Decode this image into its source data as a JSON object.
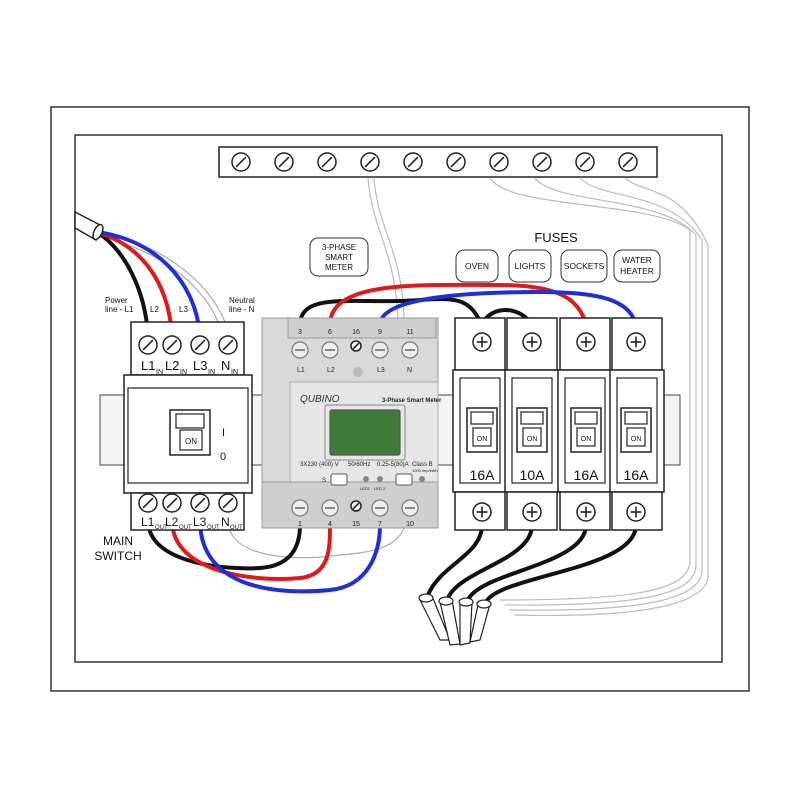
{
  "labels": {
    "power_line": [
      "Power",
      "line - L1"
    ],
    "l2": "L2",
    "l3": "L3",
    "neutral_line": [
      "Neutral",
      "line - N"
    ],
    "main_switch": [
      "MAIN",
      "SWITCH"
    ],
    "fuses_title": "FUSES",
    "meter_bubble": [
      "3-PHASE",
      "SMART",
      "METER"
    ]
  },
  "main_switch": {
    "in_terminals": [
      {
        "main": "L1",
        "sub": "IN"
      },
      {
        "main": "L2",
        "sub": "IN"
      },
      {
        "main": "L3",
        "sub": "IN"
      },
      {
        "main": "N",
        "sub": "IN"
      }
    ],
    "out_terminals": [
      {
        "main": "L1",
        "sub": "OUT"
      },
      {
        "main": "L2",
        "sub": "OUT"
      },
      {
        "main": "L3",
        "sub": "OUT"
      },
      {
        "main": "N",
        "sub": "OUT"
      }
    ],
    "on_label": "ON",
    "on_mark": "I",
    "off_mark": "0"
  },
  "meter": {
    "brand": "QUBINO",
    "model": "3-Phase Smart Meter",
    "top_numbers": [
      "3",
      "6",
      "16",
      "9",
      "11"
    ],
    "top_sub": [
      {
        "main": "L1",
        "sub": "o"
      },
      {
        "main": "L2",
        "sub": "o"
      },
      {
        "main": "L3",
        "sub": "o"
      },
      {
        "main": "N",
        "sub": "o"
      }
    ],
    "specs": [
      "3X230 (400) V",
      "50/60Hz",
      "0.25-5(80)A",
      "Class B"
    ],
    "specs_extra": "1000 imp/kWh",
    "s_button": "S",
    "led1": "LED1",
    "led2": "LED 2",
    "bottom_numbers": [
      "1",
      "4",
      "15",
      "7",
      "10"
    ]
  },
  "fuses": [
    {
      "name": "OVEN",
      "rating": "16A",
      "on_label": "ON"
    },
    {
      "name": "LIGHTS",
      "rating": "10A",
      "on_label": "ON"
    },
    {
      "name": "SOCKETS",
      "rating": "16A",
      "on_label": "ON"
    },
    {
      "name": "WATER\nHEATER",
      "name_lines": [
        "WATER",
        "HEATER"
      ],
      "rating": "16A",
      "on_label": "ON"
    }
  ],
  "colors": {
    "l1": "#111111",
    "l2": "#e01a1a",
    "l3": "#1e2fd6",
    "neutral": "#9a9a9a",
    "meter_body": "#d6d6d6",
    "display": "#3f7a3a"
  }
}
